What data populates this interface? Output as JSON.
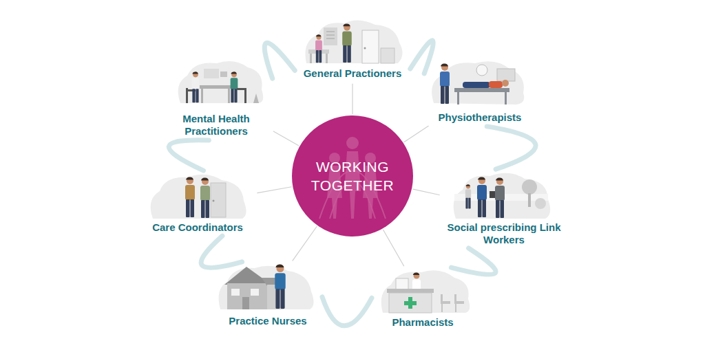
{
  "diagram": {
    "nodes": [
      {
        "text": [
          "WORKING TOGETHER"
        ]
      },
      {
        "text": [
          "General Practioners"
        ]
      },
      {
        "text": [
          "Physiotherapists"
        ]
      },
      {
        "text": [
          "Social prescribing Link Workers"
        ]
      },
      {
        "text": [
          "Pharmacists"
        ]
      },
      {
        "text": [
          "Practice Nurses"
        ]
      },
      {
        "text": [
          "Care Coordinators"
        ]
      },
      {
        "text": [
          "Mental Health Practitioners"
        ]
      }
    ],
    "edges": [
      {
        "from": 0,
        "to": 1,
        "arrow": "none"
      },
      {
        "from": 0,
        "to": 2,
        "arrow": "none"
      },
      {
        "from": 0,
        "to": 3,
        "arrow": "none"
      },
      {
        "from": 0,
        "to": 4,
        "arrow": "none"
      },
      {
        "from": 0,
        "to": 5,
        "arrow": "none"
      },
      {
        "from": 0,
        "to": 6,
        "arrow": "none"
      },
      {
        "from": 0,
        "to": 7,
        "arrow": "none"
      },
      {
        "from": 1,
        "to": 2,
        "arrow": "none"
      },
      {
        "from": 2,
        "to": 3,
        "arrow": "none"
      },
      {
        "from": 3,
        "to": 4,
        "arrow": "none"
      },
      {
        "from": 4,
        "to": 5,
        "arrow": "none"
      },
      {
        "from": 5,
        "to": 6,
        "arrow": "none"
      },
      {
        "from": 6,
        "to": 7,
        "arrow": "none"
      },
      {
        "from": 7,
        "to": 1,
        "arrow": "none"
      }
    ]
  }
}
